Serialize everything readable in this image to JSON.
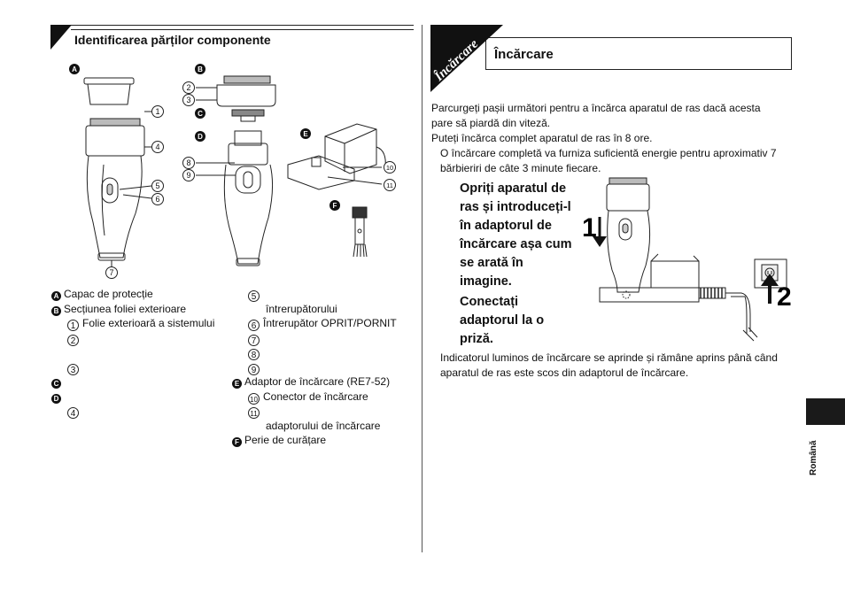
{
  "left_section": {
    "title": "Identificarea părților componente",
    "figure": {
      "part_badges": [
        "A",
        "B",
        "C",
        "D",
        "E",
        "F"
      ],
      "callouts": [
        "1",
        "2",
        "3",
        "4",
        "5",
        "6",
        "7",
        "8",
        "9",
        "10",
        "11"
      ]
    },
    "legend_col1": [
      {
        "badge": "A",
        "text": "Capac de protecție"
      },
      {
        "badge": "B",
        "text": "Secțiunea foliei exterioare"
      },
      {
        "num": "1",
        "text": "Folie exterioară a sistemului"
      },
      {
        "num": "2",
        "text": ""
      },
      {
        "num": "3",
        "text": ""
      },
      {
        "badge": "C",
        "text": ""
      },
      {
        "badge": "D",
        "text": ""
      },
      {
        "num": "4",
        "text": ""
      }
    ],
    "legend_col2": [
      {
        "num": "5",
        "text": ""
      },
      {
        "text": "întrerupătorului"
      },
      {
        "num": "6",
        "text": "Întrerupător OPRIT/PORNIT"
      },
      {
        "num": "7",
        "text": ""
      },
      {
        "num": "8",
        "text": ""
      },
      {
        "num": "9",
        "text": ""
      },
      {
        "badge": "E",
        "text": "Adaptor de încărcare (RE7-52)"
      },
      {
        "num": "10",
        "text": "Conector de încărcare"
      },
      {
        "num": "11",
        "text": ""
      },
      {
        "text": "adaptorului de încărcare"
      },
      {
        "badge": "F",
        "text": "Perie de curățare"
      }
    ]
  },
  "right_section": {
    "corner_label": "Încărcare",
    "title": "Încărcare",
    "intro": [
      "Parcurgeți pașii următori pentru a încărca aparatul de ras dacă acesta",
      "pare să piardă din viteză.",
      "Puteți încărca complet aparatul de ras în 8 ore.",
      "O încărcare completă va furniza suficientă energie pentru aproximativ 7",
      "bărbieriri de câte 3 minute fiecare."
    ],
    "step1_lines": [
      "Opriți aparatul de",
      "ras și introduceți-l",
      "în adaptorul de",
      "încărcare așa cum",
      "se arată în",
      "imagine."
    ],
    "step2_lines": [
      "Conectați",
      "adaptorul la o",
      "priză."
    ],
    "step_numbers": [
      "1",
      "2"
    ],
    "note_lines": [
      "Indicatorul luminos de încărcare se aprinde și rămâne aprins până când",
      "aparatul de ras este scos din adaptorul de încărcare."
    ]
  },
  "side_tab": {
    "label": "Română"
  }
}
